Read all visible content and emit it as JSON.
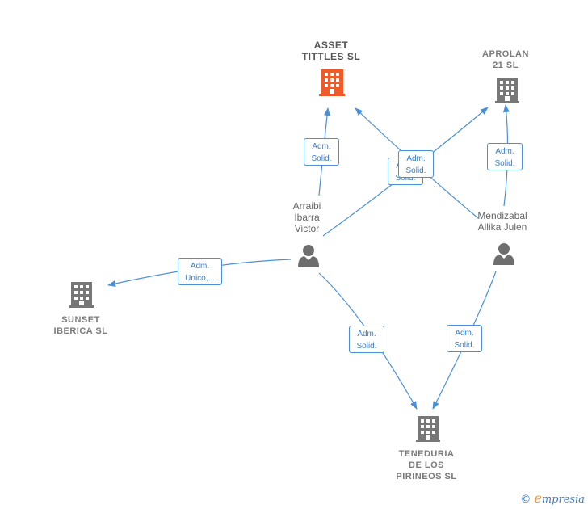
{
  "nodes": {
    "asset_tittles": {
      "label": "ASSET\nTITTLES  SL",
      "color": "#f05a28"
    },
    "aprolan": {
      "label": "APROLAN\n21 SL",
      "color": "#777777"
    },
    "sunset": {
      "label": "SUNSET\nIBERICA  SL",
      "color": "#777777"
    },
    "teneduria": {
      "label": "TENEDURIA\nDE LOS\nPIRINEOS  SL",
      "color": "#777777"
    },
    "arraibi": {
      "label": "Arraibi\nIbarra\nVictor"
    },
    "mendizabal": {
      "label": "Mendizabal\nAllika Julen"
    }
  },
  "edges": {
    "arraibi_asset": {
      "line1": "Adm.",
      "line2": "Solid."
    },
    "arraibi_aprolan": {
      "line1": "Adm.",
      "line2": "Solid."
    },
    "mendizabal_asset": {
      "line1": "Adm.",
      "line2": "Solid."
    },
    "mendizabal_aprolan": {
      "line1": "Adm.",
      "line2": "Solid."
    },
    "arraibi_sunset": {
      "line1": "Adm.",
      "line2": "Unico,..."
    },
    "arraibi_teneduria": {
      "line1": "Adm.",
      "line2": "Solid."
    },
    "mendizabal_teneduria": {
      "line1": "Adm.",
      "line2": "Solid."
    }
  },
  "footer": {
    "copyright": "©",
    "brand_initial": "e",
    "brand_rest": "mpresia"
  },
  "colors": {
    "edge": "#4a90d9",
    "person": "#6e6e6e"
  }
}
